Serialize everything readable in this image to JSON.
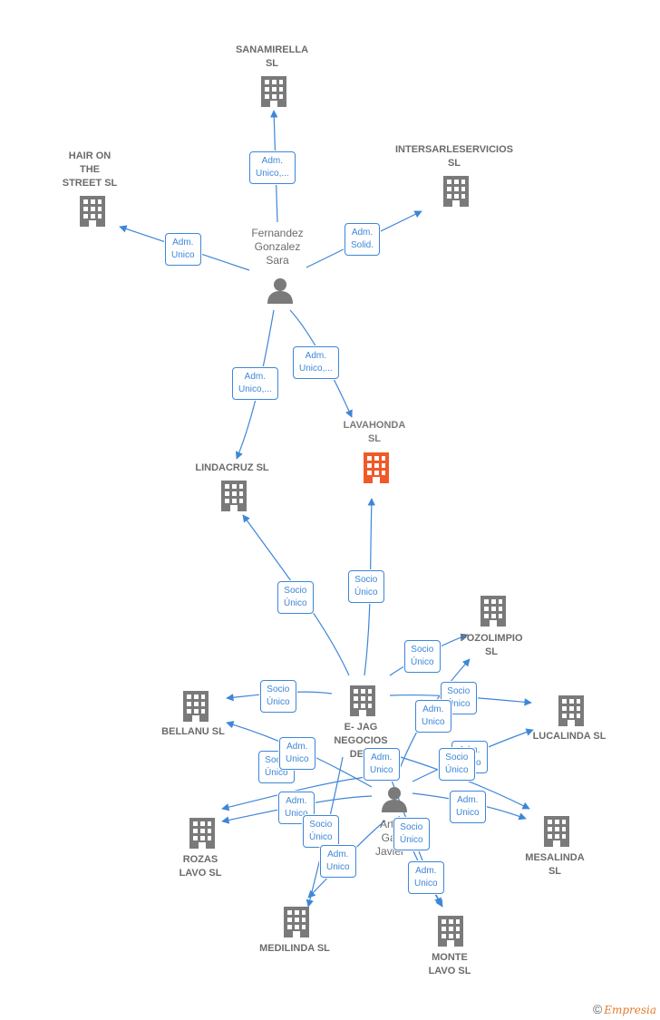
{
  "companies": {
    "sanamirella": "SANAMIRELLA\nSL",
    "hair_on_the_street": "HAIR ON\nTHE\nSTREET  SL",
    "intersarleservicios": "INTERSARLESERVICIOS\nSL",
    "lavahonda": "LAVAHONDA\nSL",
    "lindacruz": "LINDACRUZ  SL",
    "pozolimpio": "POZOLIMPIO\nSL",
    "bellanu": "BELLANU  SL",
    "e_jag": "E- JAG\nNEGOCIOS\nDE...",
    "lucalinda": "LUCALINDA  SL",
    "mesalinda": "MESALINDA\nSL",
    "rozas_lavo": "ROZAS\nLAVO  SL",
    "medilinda": "MEDILINDA  SL",
    "monte_lavo": "MONTE\nLAVO  SL"
  },
  "persons": {
    "fernandez": "Fernandez\nGonzalez\nSara",
    "artea": "Arte\nGal\nJavier"
  },
  "edges": {
    "e1": "Adm.\nUnico,...",
    "e2": "Adm.\nUnico",
    "e3": "Adm.\nSolid.",
    "e4": "Adm.\nUnico,...",
    "e5": "Adm.\nUnico,...",
    "e6": "Socio\nÚnico",
    "e7": "Socio\nÚnico",
    "e8": "Socio\nÚnico",
    "e9": "Socio\nÚnico",
    "e10": "Socio\nÚnico",
    "e11": "Adm.\nUnico",
    "e12": "Socio\nÚnico",
    "e13": "Adm.\nUnico",
    "e14": "Adm.\nUnico",
    "e15": "Adm.\nUnico",
    "e16": "Socio\nÚnico",
    "e17": "Adm.\nUnico",
    "e18": "Adm.\nUnico",
    "e19": "Socio\nÚnico",
    "e20": "Adm.\nUnico",
    "e21": "Socio\nÚnico",
    "e22": "Adm.\nUnico"
  },
  "colors": {
    "edge": "#3d86d9",
    "building": "#7a7a7a",
    "focus_building": "#f05a28",
    "person": "#7a7a7a"
  },
  "icons": {
    "company": "building-icon",
    "focus_company": "building-icon",
    "person": "person-icon"
  },
  "watermark": {
    "symbol": "©",
    "brand": "Empresia"
  }
}
